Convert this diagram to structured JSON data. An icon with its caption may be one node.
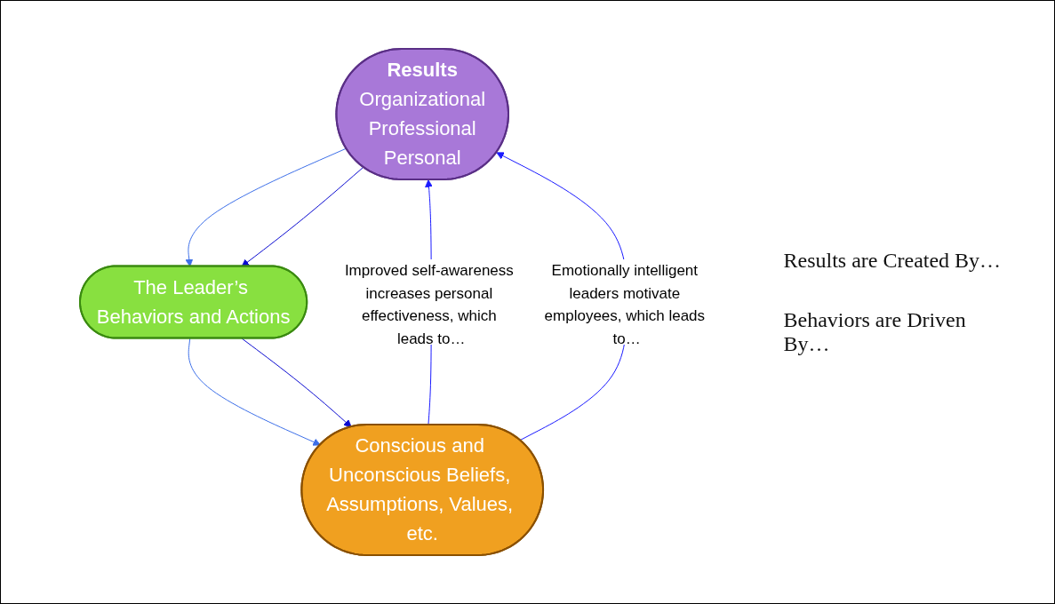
{
  "diagram": {
    "nodes": [
      {
        "text": [
          "Results",
          "Organizational",
          "Professional",
          "Personal"
        ]
      },
      {
        "text": [
          "The Leader’s Behaviors and Actions"
        ]
      },
      {
        "text": [
          "Conscious and Unconscious Beliefs, Assumptions, Values, etc."
        ]
      }
    ],
    "edges": [
      {
        "from": 0,
        "to": 1,
        "arrow": "to",
        "color": "#3d6fe8"
      },
      {
        "from": 0,
        "to": 1,
        "arrow": "to",
        "color": "#0a0ad0"
      },
      {
        "from": 1,
        "to": 2,
        "arrow": "to",
        "color": "#3d6fe8"
      },
      {
        "from": 1,
        "to": 2,
        "arrow": "to",
        "color": "#0a0ad0"
      },
      {
        "from": 2,
        "to": 0,
        "arrow": "to",
        "label": "Improved self-awareness increases personal effectiveness, which leads to…",
        "color": "#1a1aff"
      },
      {
        "from": 2,
        "to": 0,
        "arrow": "to",
        "label": "Emotionally intelligent leaders motivate employees, which leads to…",
        "color": "#1a1aff"
      }
    ],
    "labels": [
      "Results are Created By…",
      "Behaviors are Driven By…"
    ]
  }
}
